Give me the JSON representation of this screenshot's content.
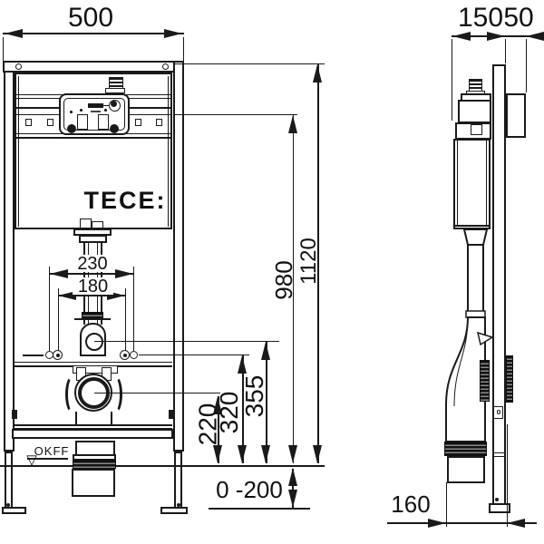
{
  "drawing": {
    "brand_logo": "TECE:",
    "floor_reference_label": "OKFF",
    "floor_marker_glyph": "▽",
    "line_color": "#1a1a1a",
    "front_view": {
      "overall_width": "500",
      "flush_pipe_spacing_outer": "230",
      "flush_pipe_spacing_inner": "180",
      "drain_outlet_height": "220",
      "fixing_point_height": "320",
      "flush_bend_height": "355",
      "rail_height": "980",
      "frame_height": "1120",
      "foot_adjustment_range": "0 -200"
    },
    "side_view": {
      "frame_depth": "150",
      "wall_offset": "50",
      "drain_to_wall_distance": "160"
    }
  }
}
